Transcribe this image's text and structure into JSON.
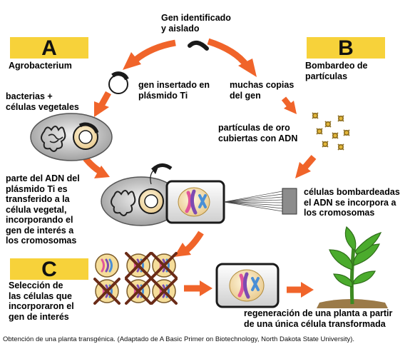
{
  "title": "Gen identificado\ny aislado",
  "sections": {
    "a": {
      "letter": "A",
      "label": "Agrobacterium"
    },
    "b": {
      "letter": "B",
      "label": "Bombardeo de\npartículas"
    },
    "c": {
      "letter": "C",
      "label": "Selección de\nlas células que\nincorporaron el\ngen de interés"
    }
  },
  "steps": {
    "inserted": "gen insertado en\nplásmido Ti",
    "copies": "muchas copias\ndel gen",
    "bacteria": "bacterias +\ncélulas vegetales",
    "particles": "partículas de oro\ncubiertas con ADN",
    "transfer": "parte del ADN del\nplásmido Ti es\ntransferido a la\ncélula vegetal,\nincorporando el\ngen de interés a\nlos cromosomas",
    "bombarded": "células bombardeadas\nel ADN se incorpora a\nlos cromosomas",
    "regeneration": "regeneración de una planta a partir\nde una única célula transformada"
  },
  "caption": "Obtención de una planta transgénica. (Adaptado de A Basic Primer on Biotechnology, North Dakota State University).",
  "colors": {
    "arrow": "#f0642a",
    "badge": "#f7d23a",
    "gene": "#1a1a1a",
    "plasmid": "#f5dd9a",
    "chromosome_pink": "#e0569a",
    "chromosome_purple": "#7d4bb2",
    "chromosome_blue": "#4a8fd6",
    "cross": "#6a2b17",
    "leaf": "#4bab2d",
    "stem": "#3d8a22"
  }
}
